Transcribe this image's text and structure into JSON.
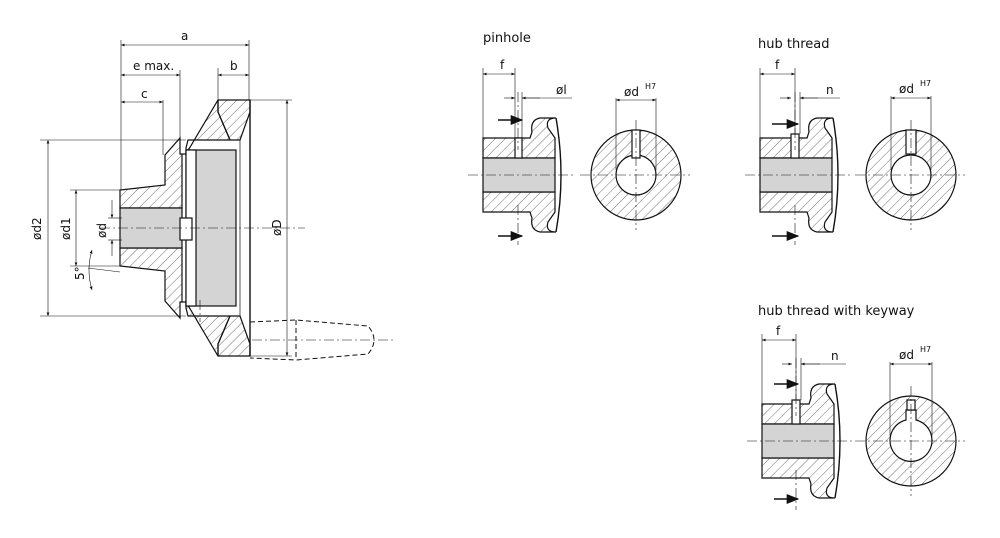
{
  "main_view": {
    "labels": {
      "a": "a",
      "e_max": "e max.",
      "c": "c",
      "b": "b",
      "d2": "ød2",
      "d1": "ød1",
      "d": "ød",
      "D": "øD",
      "angle": "5°"
    }
  },
  "pinhole": {
    "title": "pinhole",
    "f": "f",
    "l": "øl",
    "d": "ød",
    "tol": "H7"
  },
  "hub_thread": {
    "title": "hub thread",
    "f": "f",
    "n": "n",
    "d": "ød",
    "tol": "H7"
  },
  "hub_thread_keyway": {
    "title": "hub thread with keyway",
    "f": "f",
    "n": "n",
    "d": "ød",
    "tol": "H7"
  }
}
